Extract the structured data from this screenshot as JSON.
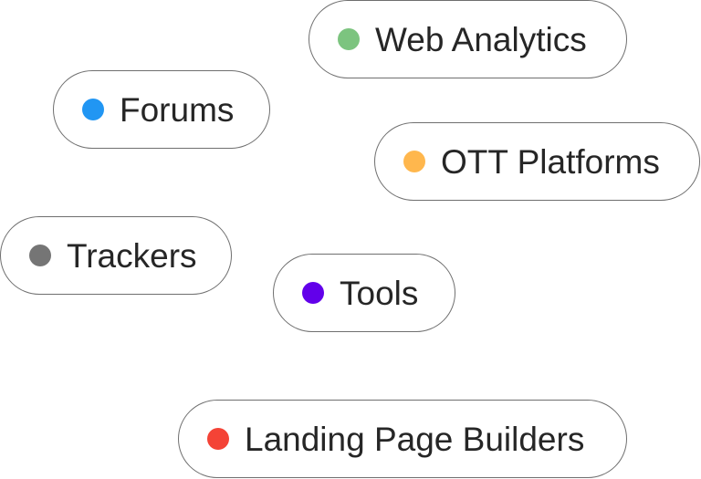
{
  "tags": [
    {
      "label": "Web Analytics",
      "color": "#7cc47f"
    },
    {
      "label": "Forums",
      "color": "#2196f3"
    },
    {
      "label": "OTT Platforms",
      "color": "#ffb74d"
    },
    {
      "label": "Trackers",
      "color": "#757575"
    },
    {
      "label": "Tools",
      "color": "#6200ea"
    },
    {
      "label": "Landing Page Builders",
      "color": "#f44336"
    }
  ]
}
